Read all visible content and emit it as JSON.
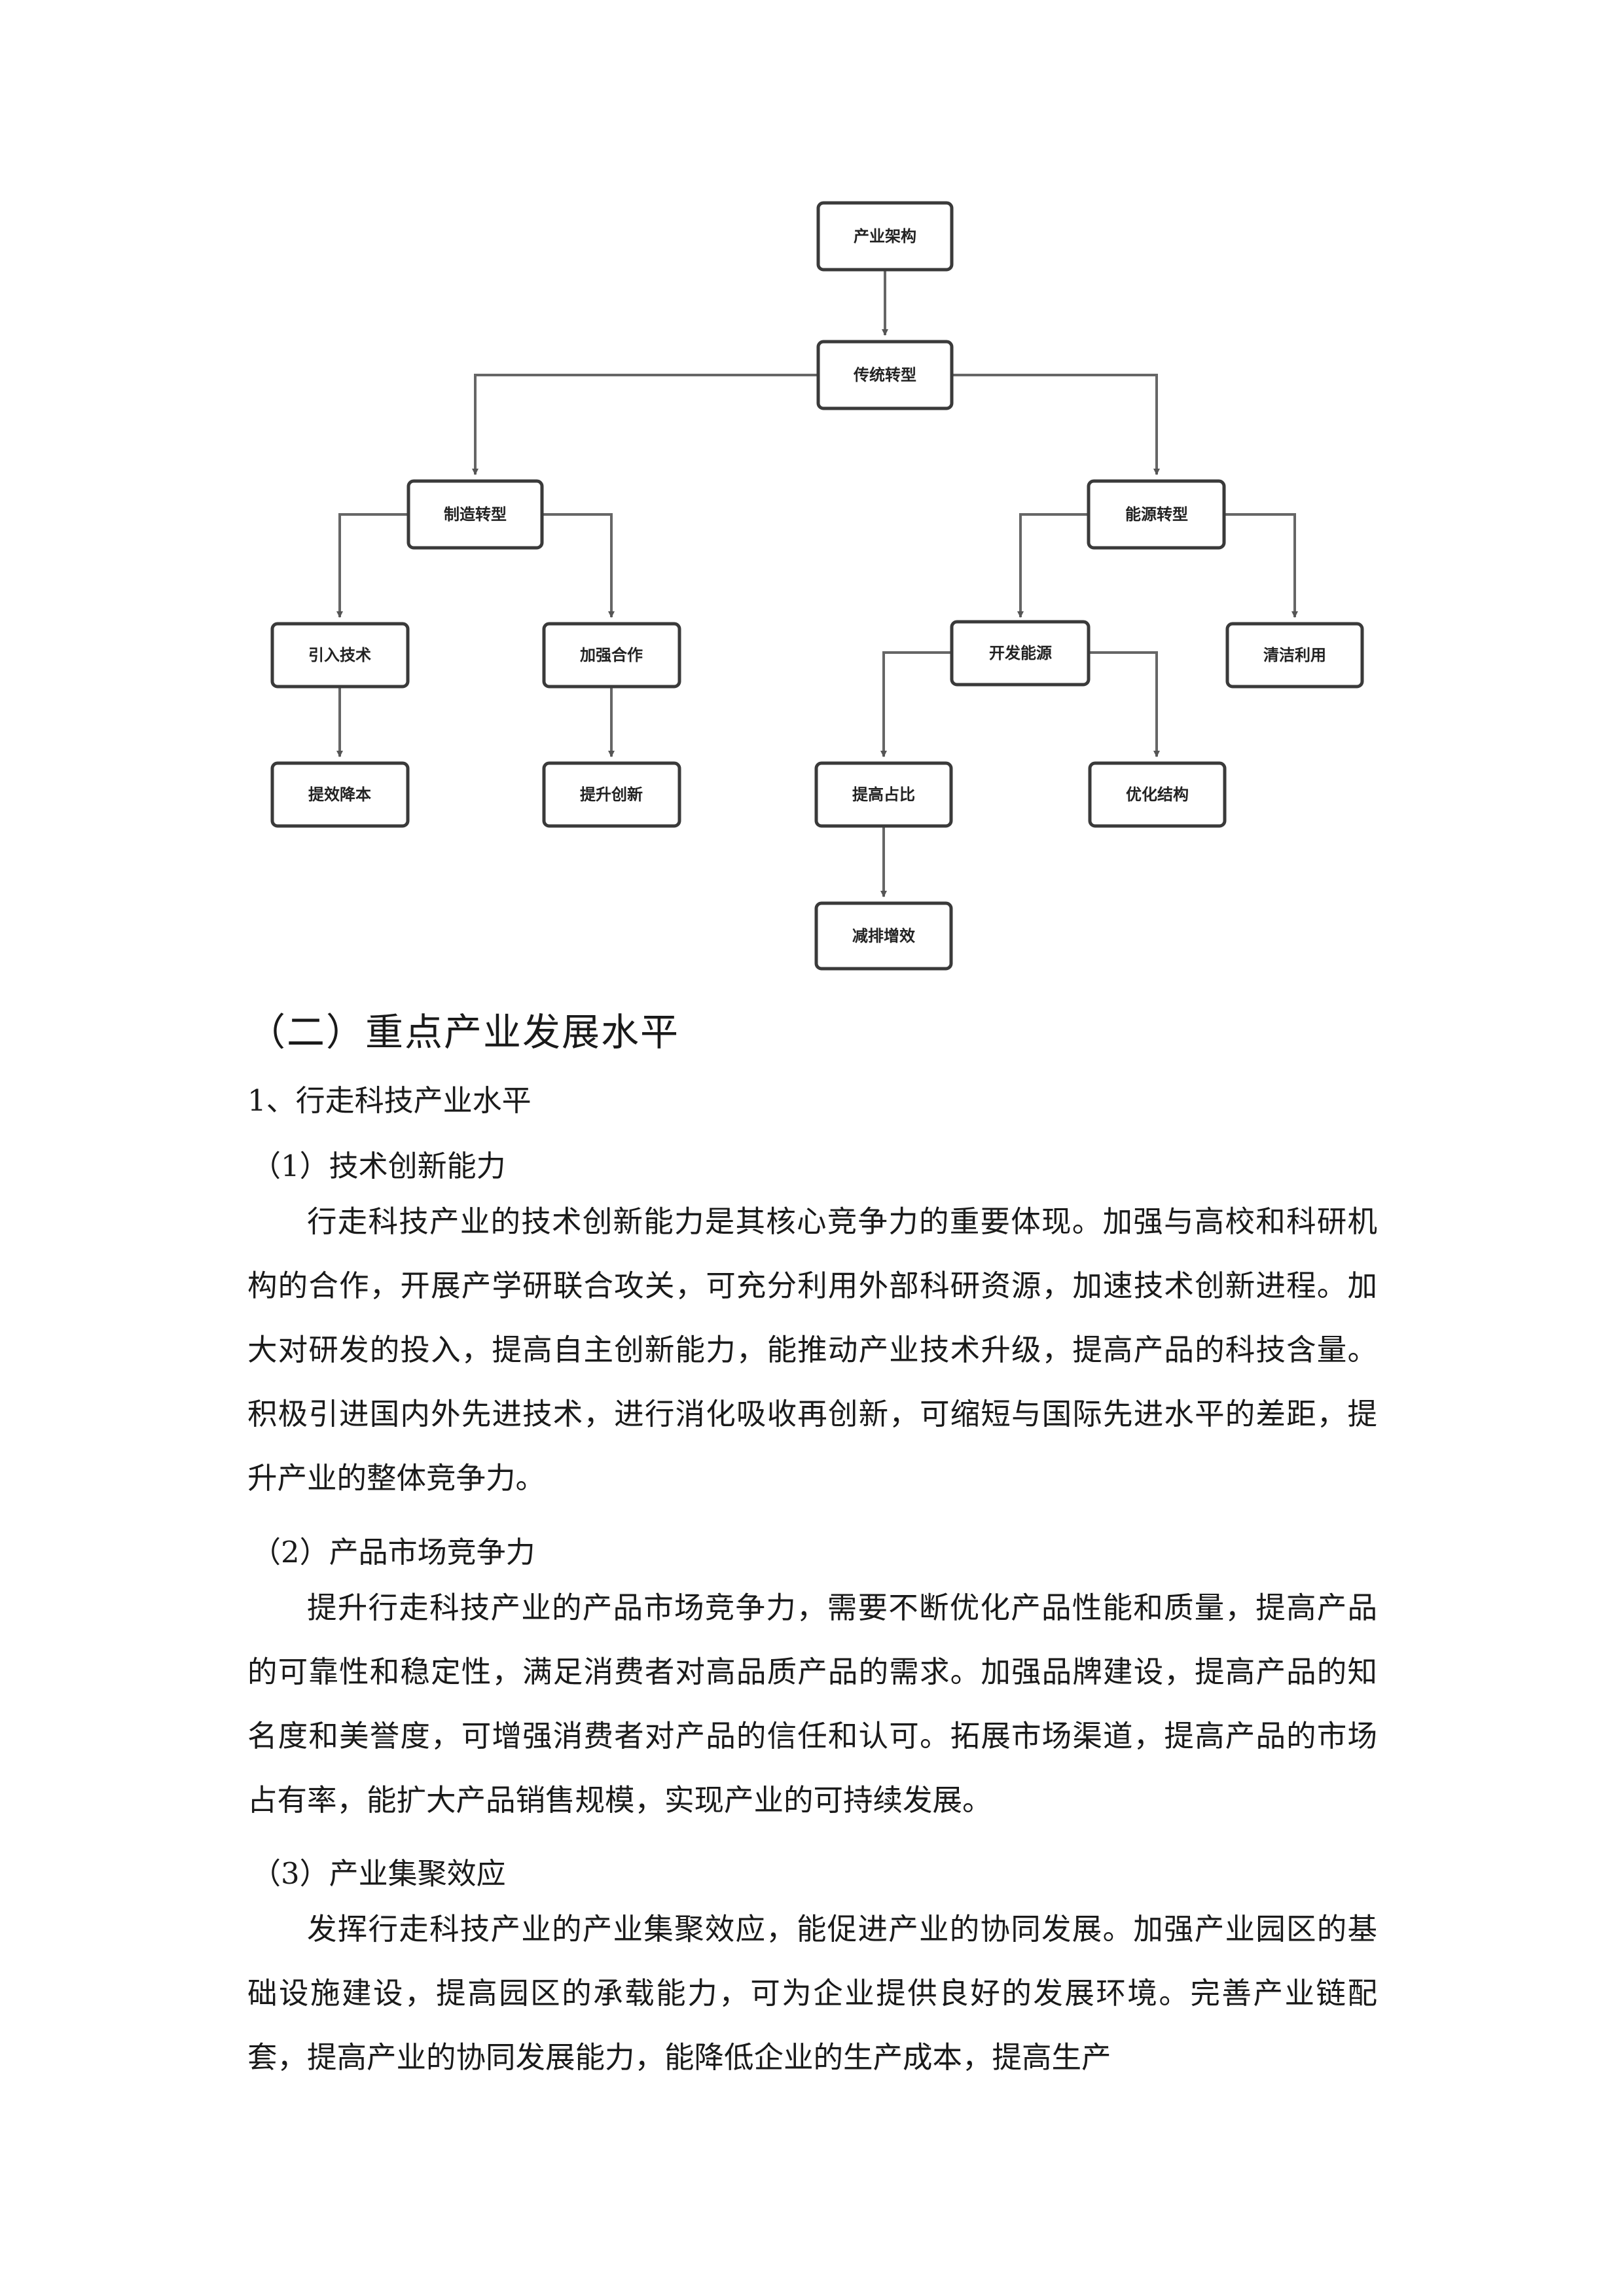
{
  "diagram": {
    "nodes": {
      "root": "产业架构",
      "traditional": "传统转型",
      "manufacturing": "制造转型",
      "energy": "能源转型",
      "introduce_tech": "引入技术",
      "strengthen_coop": "加强合作",
      "develop_energy": "开发能源",
      "clean_use": "清洁利用",
      "efficiency": "提效降本",
      "innovation": "提升创新",
      "increase_share": "提高占比",
      "optimize_structure": "优化结构",
      "reduce_emissions": "减排增效"
    }
  },
  "section": {
    "heading": "（二）重点产业发展水平",
    "subheading": "1、行走科技产业水平",
    "items": [
      {
        "title": "（1）技术创新能力",
        "body": "行走科技产业的技术创新能力是其核心竞争力的重要体现。加强与高校和科研机构的合作，开展产学研联合攻关，可充分利用外部科研资源，加速技术创新进程。加大对研发的投入，提高自主创新能力，能推动产业技术升级，提高产品的科技含量。积极引进国内外先进技术，进行消化吸收再创新，可缩短与国际先进水平的差距，提升产业的整体竞争力。"
      },
      {
        "title": "（2）产品市场竞争力",
        "body": "提升行走科技产业的产品市场竞争力，需要不断优化产品性能和质量，提高产品的可靠性和稳定性，满足消费者对高品质产品的需求。加强品牌建设，提高产品的知名度和美誉度，可增强消费者对产品的信任和认可。拓展市场渠道，提高产品的市场占有率，能扩大产品销售规模，实现产业的可持续发展。"
      },
      {
        "title": "（3）产业集聚效应",
        "body": "发挥行走科技产业的产业集聚效应，能促进产业的协同发展。加强产业园区的基础设施建设，提高园区的承载能力，可为企业提供良好的发展环境。完善产业链配套，提高产业的协同发展能力，能降低企业的生产成本，提高生产"
      }
    ]
  }
}
